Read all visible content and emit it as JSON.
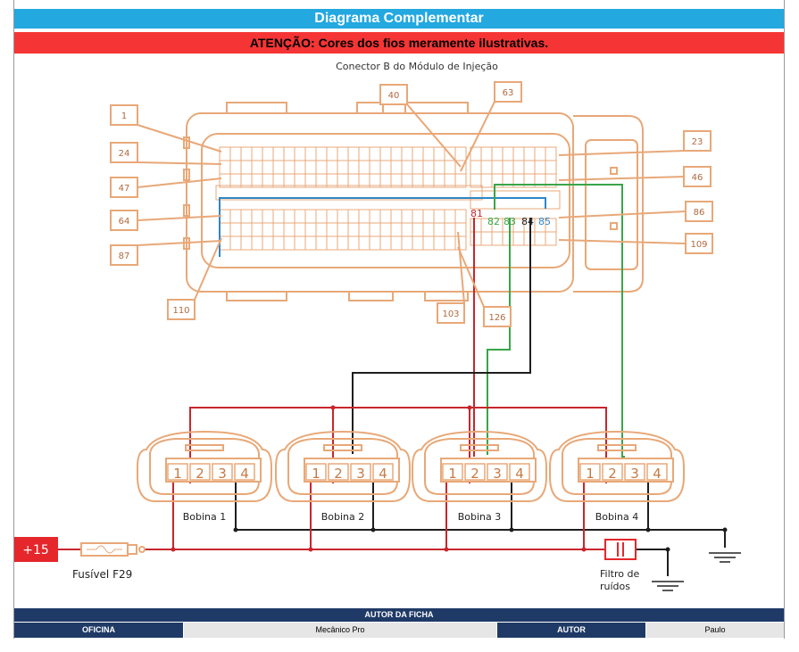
{
  "header": {
    "title": "Diagrama Complementar",
    "warning": "ATENÇÃO: Cores dos fios meramente ilustrativas."
  },
  "diagram": {
    "caption": "Conector B do Módulo de Injeção",
    "pin_callouts": [
      "1",
      "24",
      "47",
      "64",
      "87",
      "110",
      "40",
      "63",
      "23",
      "46",
      "86",
      "109",
      "103",
      "126"
    ],
    "wire_pins": [
      "81",
      "82",
      "83",
      "84",
      "85"
    ],
    "coils": [
      "Bobina 1",
      "Bobina 2",
      "Bobina 3",
      "Bobina 4"
    ],
    "coil_pins": [
      "1",
      "2",
      "3",
      "4"
    ],
    "supply": "+15",
    "fuse": "Fusível F29",
    "filter": "Filtro de ruídos",
    "colors": {
      "connector": "#e8a878",
      "red": "#c8262c",
      "blue": "#2f86c8",
      "green": "#3aa548",
      "black": "#1e1e1e"
    }
  },
  "footer": {
    "section_title": "AUTOR DA FICHA",
    "workshop_label": "OFICINA",
    "workshop_value": "Mecânico Pro",
    "author_label": "AUTOR",
    "author_value": "Paulo"
  }
}
